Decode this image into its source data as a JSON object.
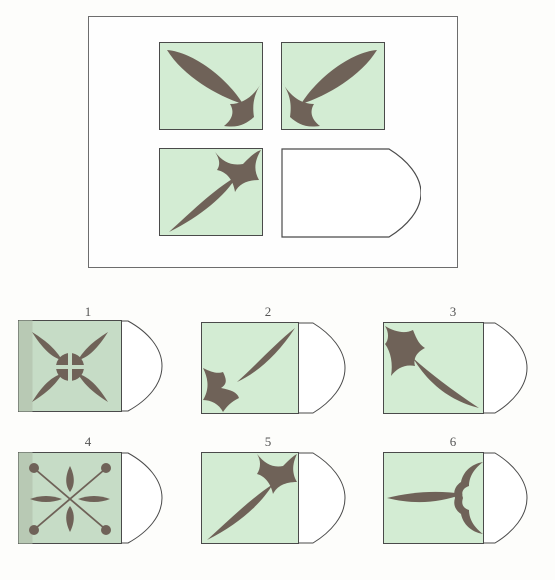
{
  "colors": {
    "tile_fill": "#d3ecd3",
    "shape_fill": "#6f6258",
    "stroke": "#4a4a4a",
    "background": "#fdfdfb"
  },
  "puzzle": {
    "tiles": [
      {
        "id": "top-left",
        "figure": "leaf-with-clover-bottom-right"
      },
      {
        "id": "top-right",
        "figure": "leaf-with-clover-bottom-left"
      },
      {
        "id": "bottom-left",
        "figure": "leaf-with-clover-top-right"
      },
      {
        "id": "bottom-right",
        "figure": "blank-pentagon-answer-slot"
      }
    ]
  },
  "options": [
    {
      "number": "1",
      "figure": "four-leaves-with-center-circle"
    },
    {
      "number": "2",
      "figure": "leaf-with-clover-bottom-left"
    },
    {
      "number": "3",
      "figure": "leaf-with-clover-top-left"
    },
    {
      "number": "4",
      "figure": "four-leaves-with-corner-dots"
    },
    {
      "number": "5",
      "figure": "leaf-with-clover-top-right"
    },
    {
      "number": "6",
      "figure": "horizontal-leaf-with-clover-right"
    }
  ]
}
